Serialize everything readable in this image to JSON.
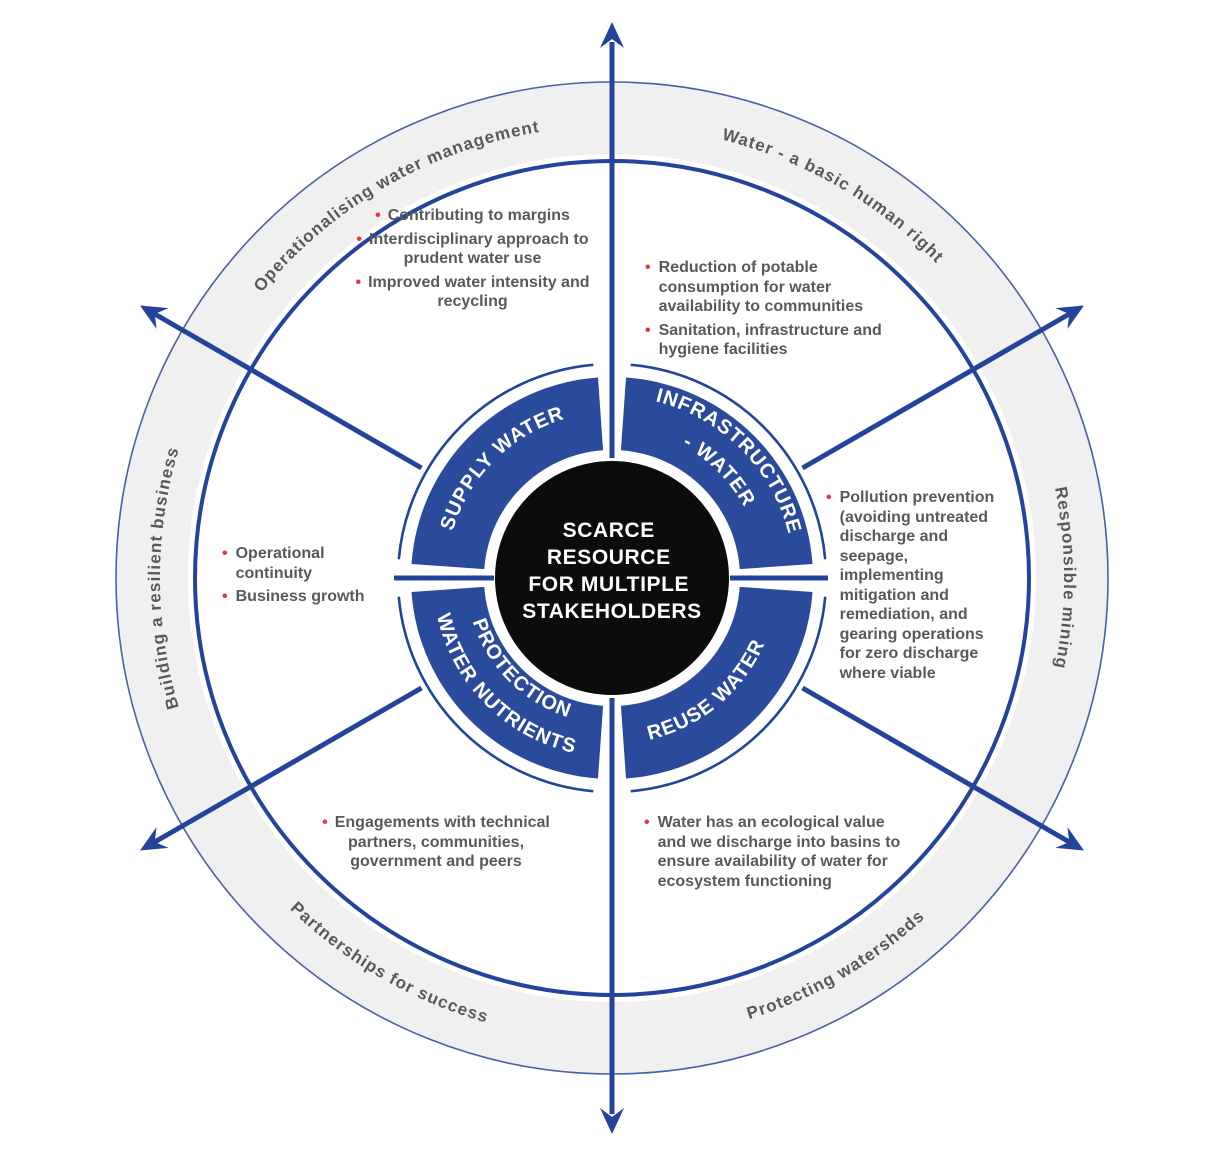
{
  "center": {
    "lines": [
      "SCARCE",
      "RESOURCE",
      "FOR MULTIPLE",
      "STAKEHOLDERS"
    ]
  },
  "quadrants": {
    "supply": {
      "label": "SUPPLY WATER"
    },
    "infrastructure": {
      "label_line1": "INFRASTRUCTURE",
      "label_line2": "- WATER"
    },
    "protection": {
      "label_line1": "PROTECTION",
      "label_line2": "WATER NUTRIENTS"
    },
    "reuse": {
      "label": "REUSE WATER"
    }
  },
  "sectors": {
    "top_left": {
      "bullets": [
        "Contributing to margins",
        "Interdisciplinary approach to prudent water use",
        "Improved water intensity and recycling"
      ]
    },
    "top_right": {
      "bullets": [
        "Reduction of potable consumption for water availability to communities",
        "Sanitation, infrastructure and hygiene facilities"
      ]
    },
    "left": {
      "bullets": [
        "Operational continuity",
        "Business growth"
      ]
    },
    "right": {
      "bullets": [
        "Pollution prevention (avoiding untreated discharge and seepage, implementing mitigation and remediation, and gearing operations for zero discharge where viable"
      ]
    },
    "bottom_left": {
      "bullets": [
        "Engagements with technical partners, communities, government and peers"
      ]
    },
    "bottom_right": {
      "bullets": [
        "Water has an ecological value and we discharge into basins to ensure availability of water for ecosystem functioning"
      ]
    }
  },
  "outer_ring": {
    "top_left": "Operationalising water management",
    "top_right": "Water - a basic human right",
    "left": "Building a resilient business",
    "right": "Responsible mining",
    "bottom_left": "Partnerships for success",
    "bottom_right": "Protecting watersheds"
  },
  "colors": {
    "blue": "#2a4a9b",
    "blue-dark": "#24439a",
    "blue-mid": "#4a5fa8",
    "band": "#f0f0f1",
    "text-gray": "#58595b",
    "bullet-red": "#e0393d",
    "center-black": "#0c0c0c"
  }
}
